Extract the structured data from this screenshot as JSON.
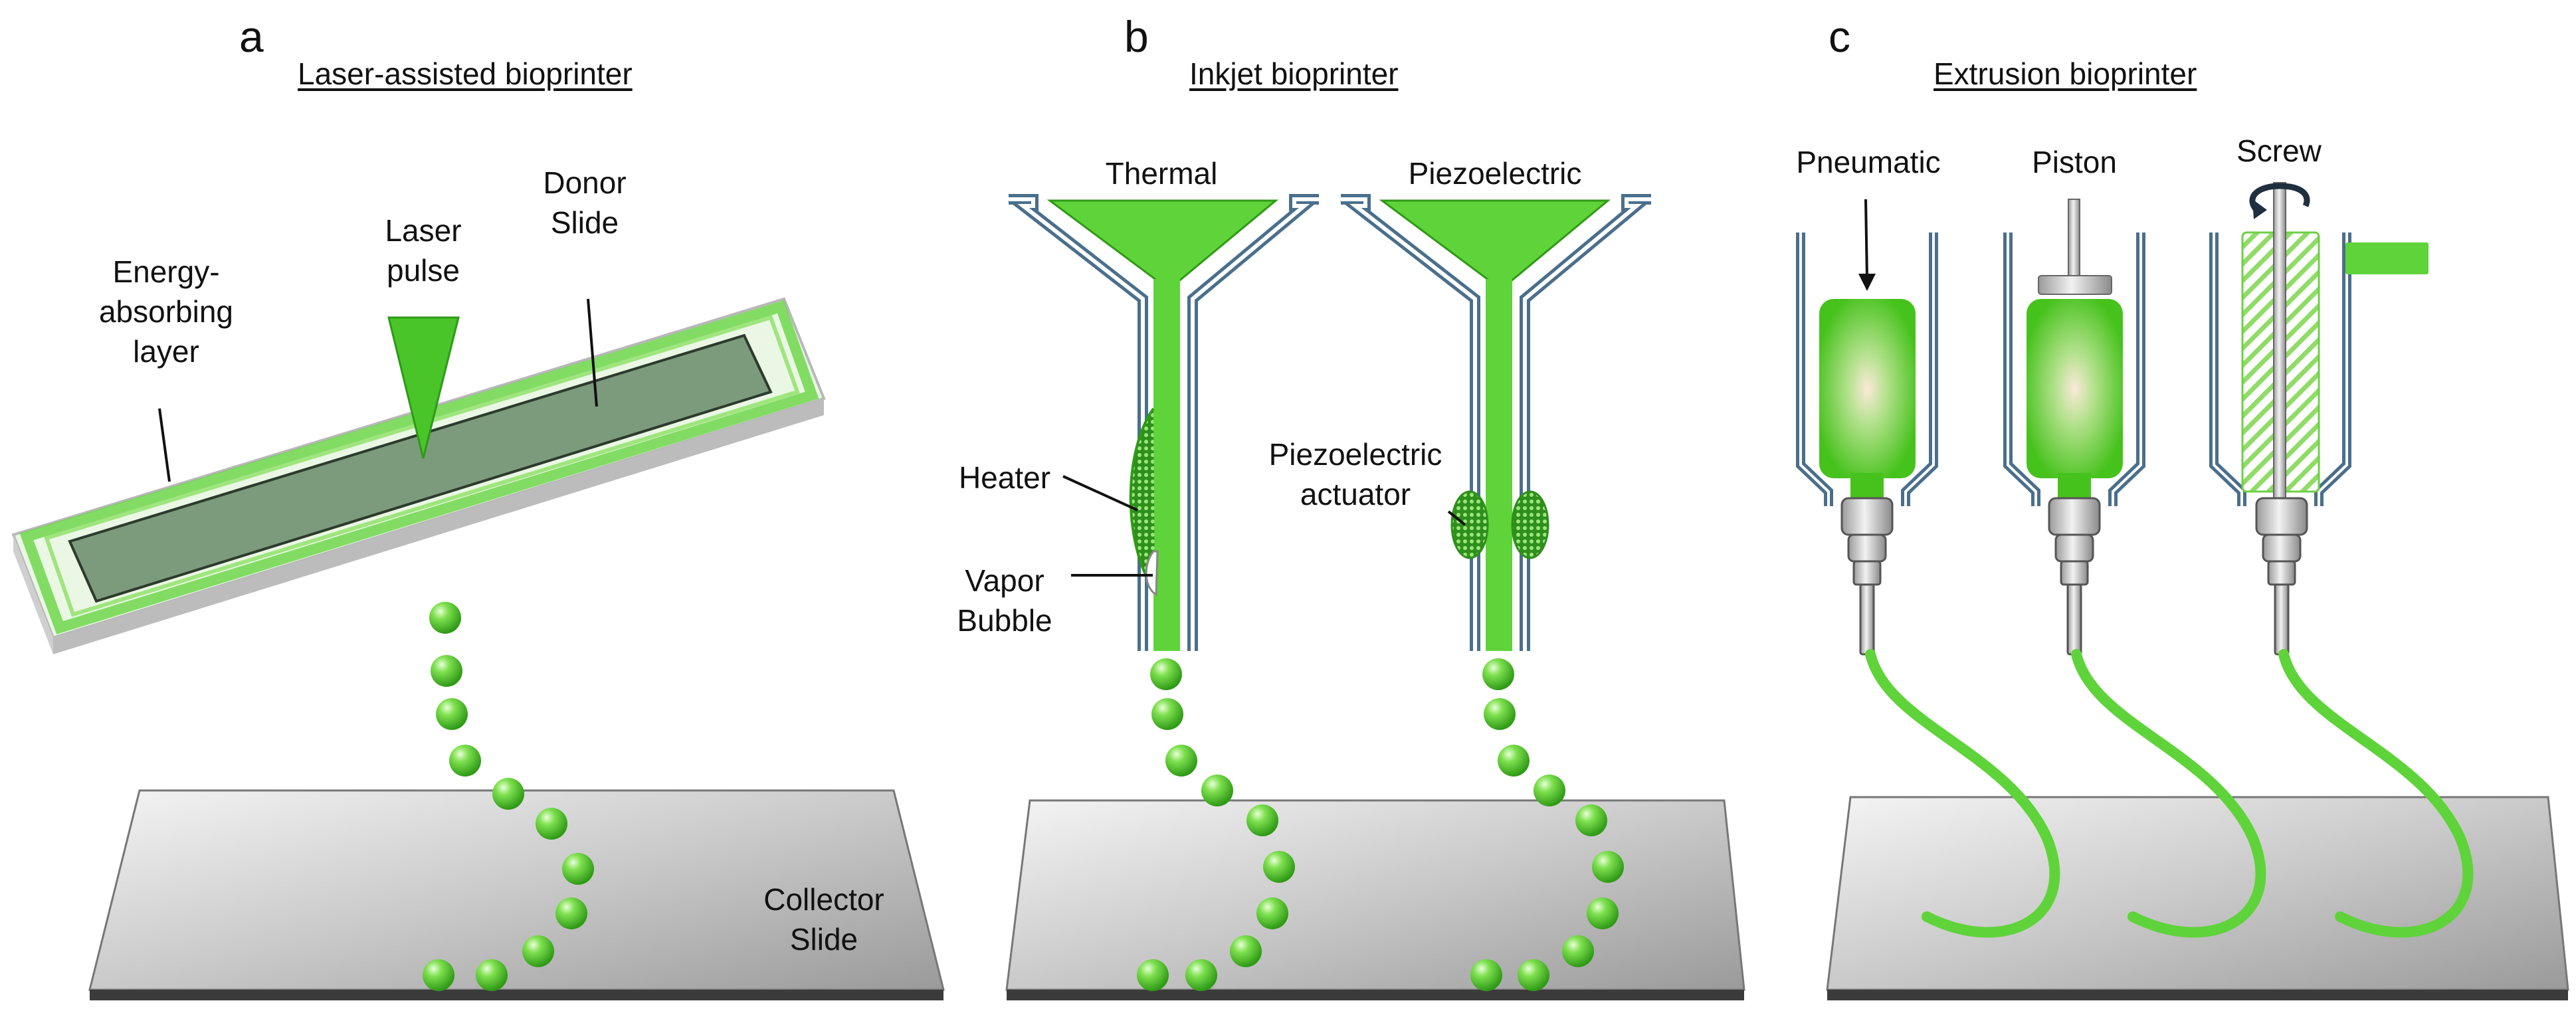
{
  "panels": {
    "a": {
      "letter": "a",
      "title": "Laser-assisted bioprinter",
      "labels": {
        "donor_slide_1": "Donor",
        "donor_slide_2": "Slide",
        "laser_pulse_1": "Laser",
        "laser_pulse_2": "pulse",
        "energy_layer_1": "Energy-",
        "energy_layer_2": "absorbing",
        "energy_layer_3": "layer",
        "collector_slide_1": "Collector",
        "collector_slide_2": "Slide"
      }
    },
    "b": {
      "letter": "b",
      "title": "Inkjet bioprinter",
      "labels": {
        "thermal": "Thermal",
        "piezoelectric": "Piezoelectric",
        "heater": "Heater",
        "vapor_bubble_1": "Vapor",
        "vapor_bubble_2": "Bubble",
        "piezo_actuator_1": "Piezoelectric",
        "piezo_actuator_2": "actuator"
      }
    },
    "c": {
      "letter": "c",
      "title": "Extrusion bioprinter",
      "labels": {
        "pneumatic": "Pneumatic",
        "piston": "Piston",
        "screw": "Screw"
      }
    }
  },
  "colors": {
    "bioink_green": "#5fd33a",
    "nozzle_wall": "#4a6f8c",
    "slide_gray": "#b8b8b8",
    "text": "#111111"
  }
}
